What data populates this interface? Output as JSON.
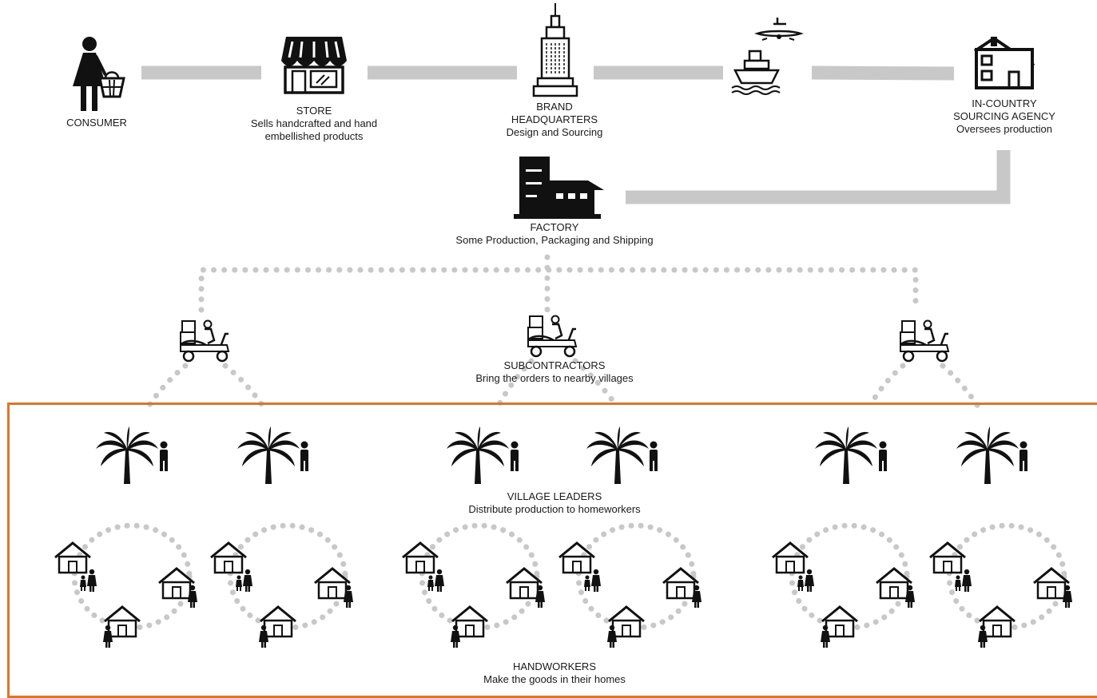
{
  "nodes": {
    "consumer": {
      "title": "CONSUMER",
      "desc": ""
    },
    "store": {
      "title": "STORE",
      "desc": "Sells handcrafted and hand",
      "desc2": "embellished products"
    },
    "brand": {
      "title": "BRAND",
      "title2": "HEADQUARTERS",
      "desc": "Design and Sourcing"
    },
    "agency": {
      "title": "IN-COUNTRY",
      "title2": "SOURCING AGENCY",
      "desc": "Oversees production"
    },
    "factory": {
      "title": "FACTORY",
      "desc": "Some Production, Packaging and Shipping"
    },
    "subcontractors": {
      "title": "SUBCONTRACTORS",
      "desc": "Bring the orders to nearby villages"
    },
    "village_leaders": {
      "title": "VILLAGE LEADERS",
      "desc": "Distribute production to homeworkers"
    },
    "handworkers": {
      "title": "HANDWORKERS",
      "desc": "Make the goods in their homes"
    }
  },
  "icons": [
    "consumer-icon",
    "store-icon",
    "skyscraper-icon",
    "airplane-icon",
    "ship-icon",
    "house-icon",
    "factory-icon",
    "scooter-icon",
    "palm-tree-icon",
    "person-icon",
    "hut-icon",
    "family-icon"
  ],
  "colors": {
    "connector": "#c8c8c8",
    "icon": "#111111",
    "region_border": "#d9772b"
  }
}
